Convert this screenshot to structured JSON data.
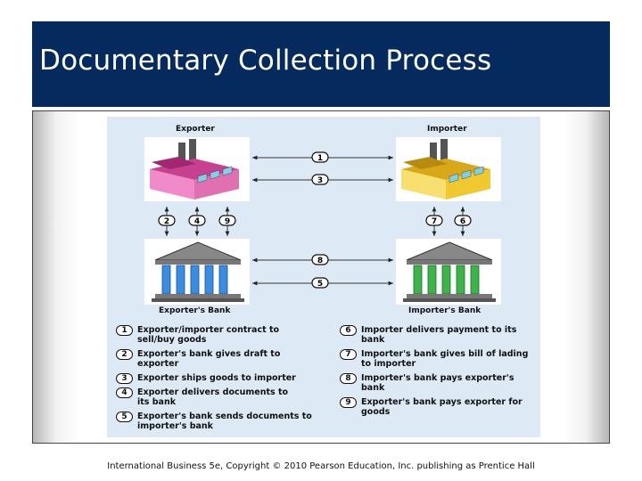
{
  "title": "Documentary Collection Process",
  "diagram": {
    "exporter_label": "Exporter",
    "importer_label": "Importer",
    "exporter_bank_label": "Exporter's Bank",
    "importer_bank_label": "Importer's Bank",
    "step_numbers": [
      "1",
      "2",
      "3",
      "4",
      "5",
      "6",
      "7",
      "8",
      "9"
    ],
    "legend": [
      {
        "num": "1",
        "text": "Exporter/importer contract to sell/buy goods"
      },
      {
        "num": "2",
        "text": "Exporter's bank gives draft to exporter"
      },
      {
        "num": "3",
        "text": "Exporter ships goods to importer"
      },
      {
        "num": "4",
        "text": "Exporter delivers documents to its bank"
      },
      {
        "num": "5",
        "text": "Exporter's bank sends documents to importer's bank"
      },
      {
        "num": "6",
        "text": "Importer delivers payment to its bank"
      },
      {
        "num": "7",
        "text": "Importer's bank gives bill of lading to importer"
      },
      {
        "num": "8",
        "text": "Importer's bank pays exporter's bank"
      },
      {
        "num": "9",
        "text": "Exporter's bank pays exporter for goods"
      }
    ]
  },
  "footer": "International Business 5e, Copyright © 2010 Pearson Education, Inc. publishing as Prentice Hall",
  "colors": {
    "title_bg": "#052a5e",
    "panel_bg": "#dde9f4",
    "exporter_factory": "#e070b0",
    "importer_factory": "#f0c830",
    "exporter_bank_columns": "#3a8ee0",
    "importer_bank_columns": "#3cb44a"
  }
}
